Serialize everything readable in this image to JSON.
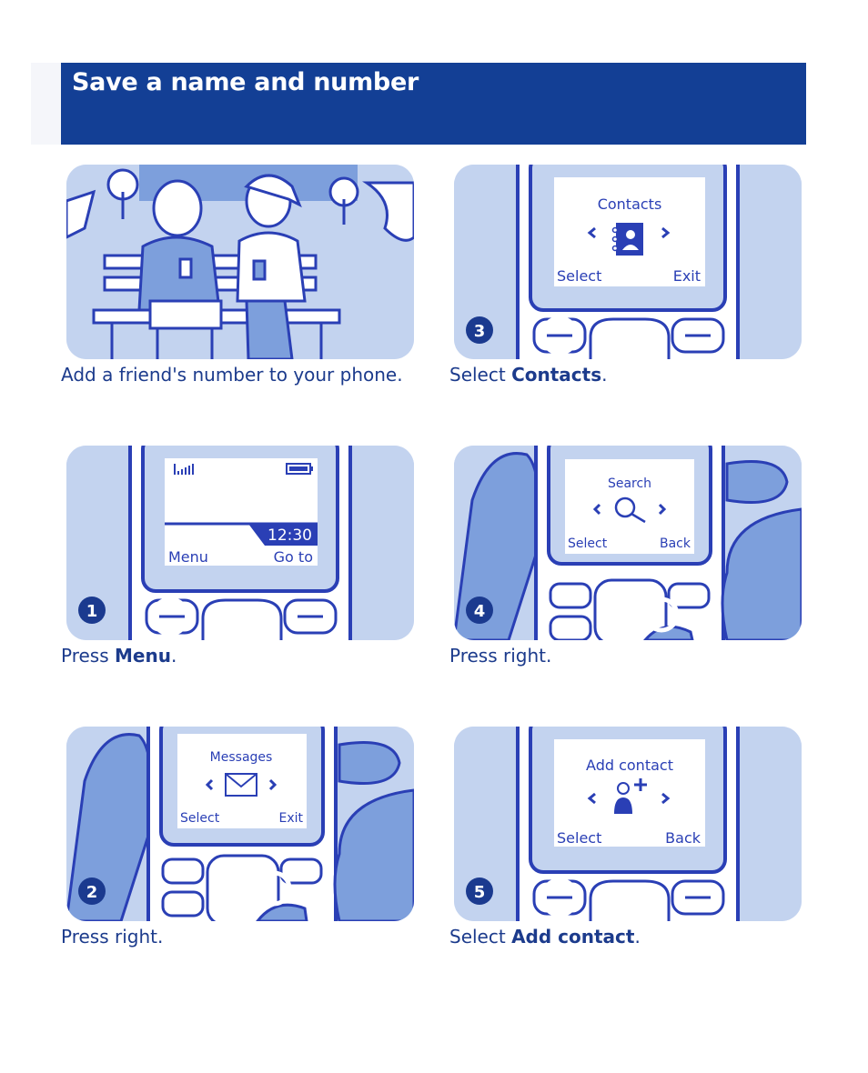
{
  "header": {
    "title": "Save a name and number"
  },
  "steps": {
    "intro": {
      "caption": "Add a friend's number to your phone."
    },
    "s1": {
      "number": "1",
      "caption_pre": "Press ",
      "caption_bold": "Menu",
      "caption_post": ".",
      "screen": {
        "time": "12:30",
        "left_softkey": "Menu",
        "right_softkey": "Go to"
      }
    },
    "s2": {
      "number": "2",
      "caption": "Press right.",
      "screen": {
        "title": "Messages",
        "left_softkey": "Select",
        "right_softkey": "Exit",
        "icon": "envelope-icon"
      }
    },
    "s3": {
      "number": "3",
      "caption_pre": "Select ",
      "caption_bold": "Contacts",
      "caption_post": ".",
      "screen": {
        "title": "Contacts",
        "left_softkey": "Select",
        "right_softkey": "Exit",
        "icon": "contacts-book-icon"
      }
    },
    "s4": {
      "number": "4",
      "caption": "Press right.",
      "screen": {
        "title": "Search",
        "left_softkey": "Select",
        "right_softkey": "Back",
        "icon": "magnifier-icon"
      }
    },
    "s5": {
      "number": "5",
      "caption_pre": "Select ",
      "caption_bold": "Add contact",
      "caption_post": ".",
      "screen": {
        "title": "Add contact",
        "left_softkey": "Select",
        "right_softkey": "Back",
        "icon": "add-person-icon"
      }
    }
  },
  "colors": {
    "header_bg": "#133f95",
    "panel_bg": "#c3d3ef",
    "ink": "#2a3fb5",
    "badge": "#1b3a8f",
    "hand": "#7d9fdc"
  }
}
